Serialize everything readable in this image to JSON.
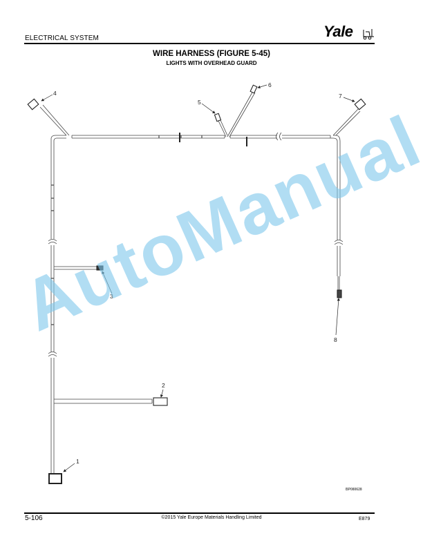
{
  "header": {
    "section": "ELECTRICAL SYSTEM",
    "logo_text": "Yale",
    "logo_icon": "forklift-icon"
  },
  "figure": {
    "title": "WIRE HARNESS (FIGURE 5-45)",
    "subtitle": "LIGHTS WITH OVERHEAD GUARD",
    "figure_id": "BP080628",
    "callouts": [
      {
        "label": "1"
      },
      {
        "label": "2"
      },
      {
        "label": "3"
      },
      {
        "label": "4"
      },
      {
        "label": "5"
      },
      {
        "label": "6"
      },
      {
        "label": "7"
      },
      {
        "label": "8"
      }
    ]
  },
  "watermark": "AutoManual",
  "footer": {
    "page": "5-106",
    "copyright": "©2015 Yale Europe Materials Handling Limited",
    "doc_code": "E879"
  },
  "colors": {
    "watermark": "#7ec8ec",
    "line": "#333333"
  }
}
